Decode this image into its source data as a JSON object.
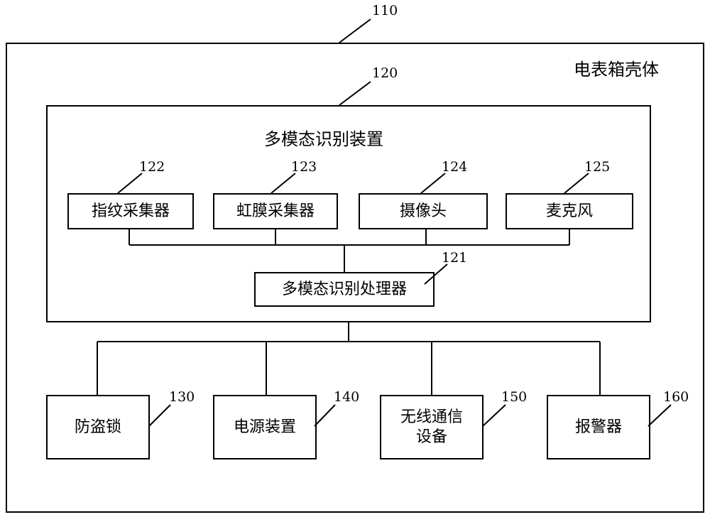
{
  "housing": {
    "ref": "110",
    "label": "电表箱壳体"
  },
  "recognition_device": {
    "ref": "120",
    "label": "多模态识别装置",
    "processor": {
      "ref": "121",
      "label": "多模态识别处理器"
    },
    "sensors": [
      {
        "ref": "122",
        "label": "指纹采集器"
      },
      {
        "ref": "123",
        "label": "虹膜采集器"
      },
      {
        "ref": "124",
        "label": "摄像头"
      },
      {
        "ref": "125",
        "label": "麦克风"
      }
    ]
  },
  "outputs": [
    {
      "ref": "130",
      "label": "防盗锁"
    },
    {
      "ref": "140",
      "label": "电源装置"
    },
    {
      "ref": "150",
      "label": "无线通信\n设备"
    },
    {
      "ref": "160",
      "label": "报警器"
    }
  ]
}
